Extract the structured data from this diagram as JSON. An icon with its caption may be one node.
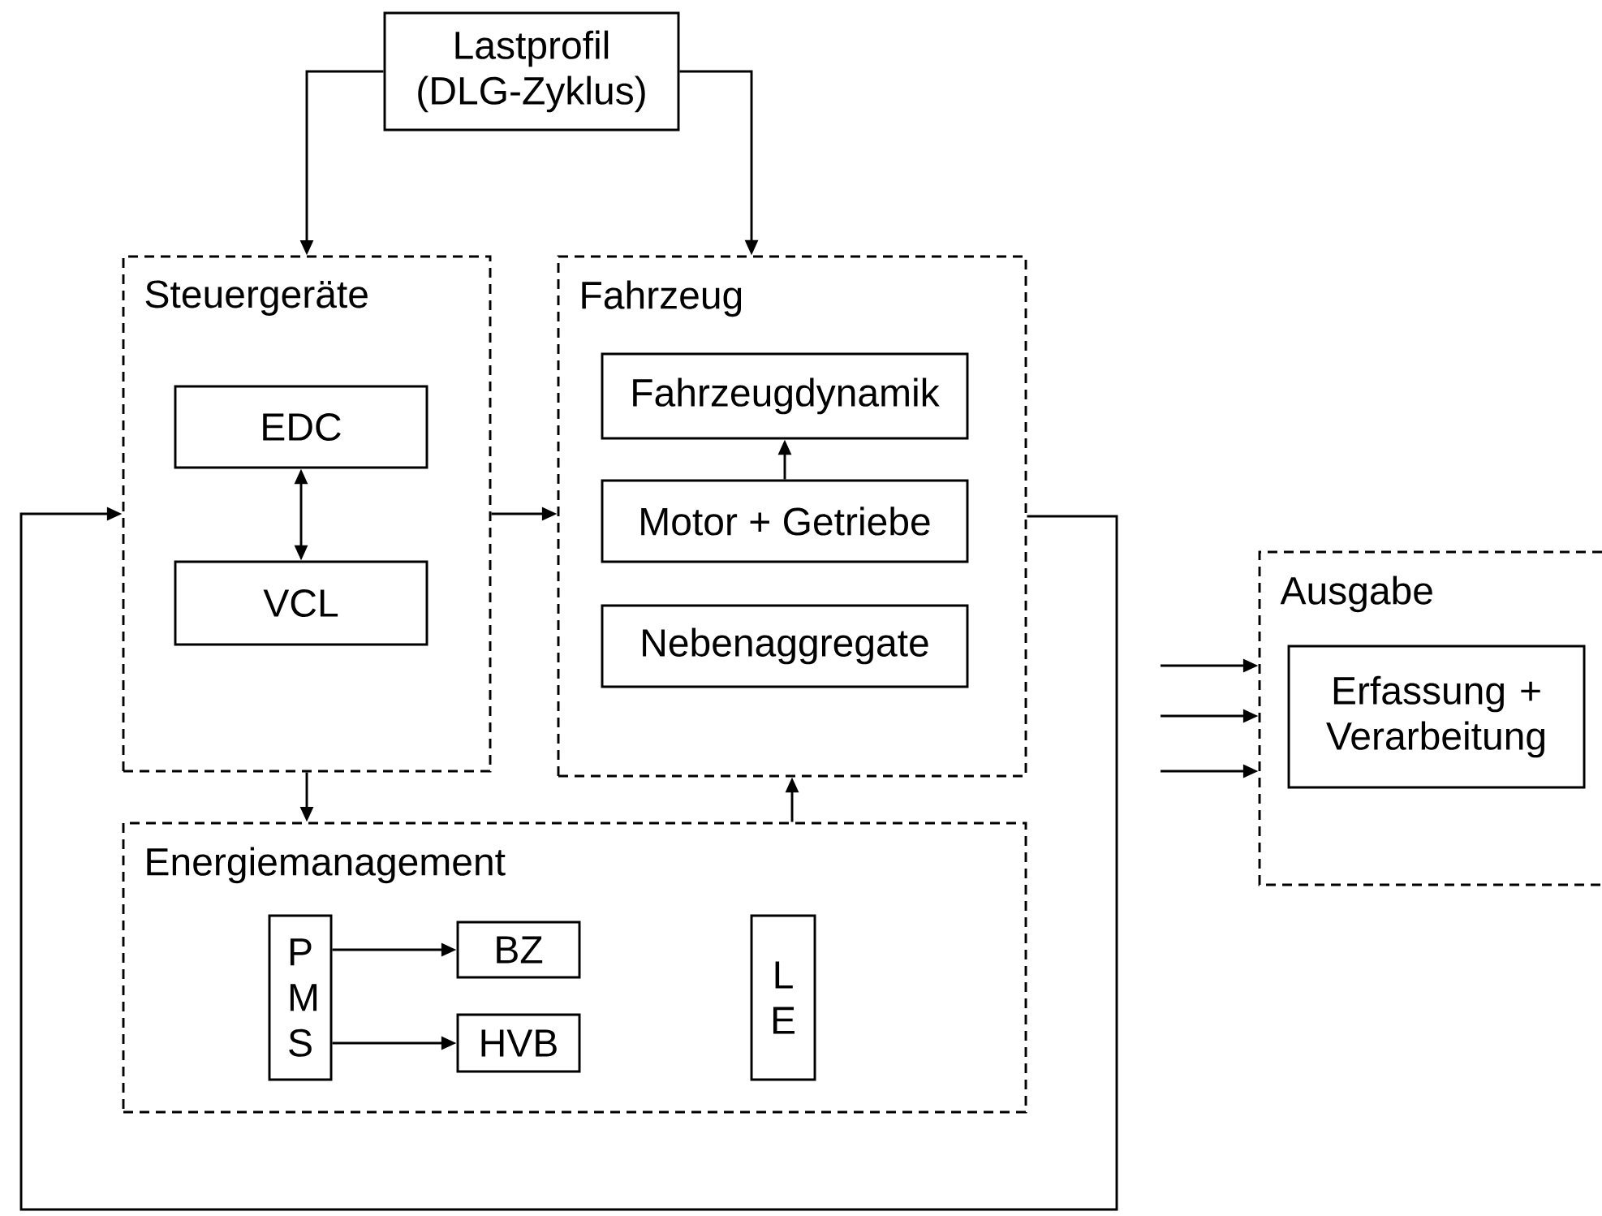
{
  "diagram": {
    "nodes": [
      {
        "text": [
          "Lastprofil (DLG-Zyklus)"
        ]
      },
      {
        "text": [
          "Steuergeräte"
        ]
      },
      {
        "text": [
          "EDC"
        ],
        "in": 1
      },
      {
        "text": [
          "VCL"
        ],
        "in": 1
      },
      {
        "text": [
          "Fahrzeug"
        ]
      },
      {
        "text": [
          "Fahrzeugdynamik"
        ],
        "in": 4
      },
      {
        "text": [
          "Motor + Getriebe"
        ],
        "in": 4
      },
      {
        "text": [
          "Nebenaggregate"
        ],
        "in": 4
      },
      {
        "text": [
          "Energiemanagement"
        ]
      },
      {
        "text": [
          "P M S"
        ],
        "in": 8
      },
      {
        "text": [
          "BZ"
        ],
        "in": 8
      },
      {
        "text": [
          "HVB"
        ],
        "in": 8
      },
      {
        "text": [
          "L E"
        ],
        "in": 8
      },
      {
        "text": [
          "Ausgabe"
        ]
      },
      {
        "text": [
          "Erfassung + Verarbeitung"
        ],
        "in": 13
      }
    ],
    "edges": [
      {
        "from": 0,
        "to": 1,
        "arrow": "to"
      },
      {
        "from": 0,
        "to": 4,
        "arrow": "to"
      },
      {
        "from": 2,
        "to": 3,
        "arrow": "both"
      },
      {
        "from": 6,
        "to": 5,
        "arrow": "to"
      },
      {
        "from": 1,
        "to": 4,
        "arrow": "to"
      },
      {
        "from": 4,
        "to": 1,
        "arrow": "to"
      },
      {
        "from": 1,
        "to": 8,
        "arrow": "to"
      },
      {
        "from": 8,
        "to": 4,
        "arrow": "to"
      },
      {
        "from": 9,
        "to": 10,
        "arrow": "to"
      },
      {
        "from": 9,
        "to": 11,
        "arrow": "to"
      },
      {
        "from": null,
        "to": 13,
        "arrow": "to"
      },
      {
        "from": null,
        "to": 13,
        "arrow": "to"
      },
      {
        "from": null,
        "to": 13,
        "arrow": "to"
      }
    ]
  }
}
